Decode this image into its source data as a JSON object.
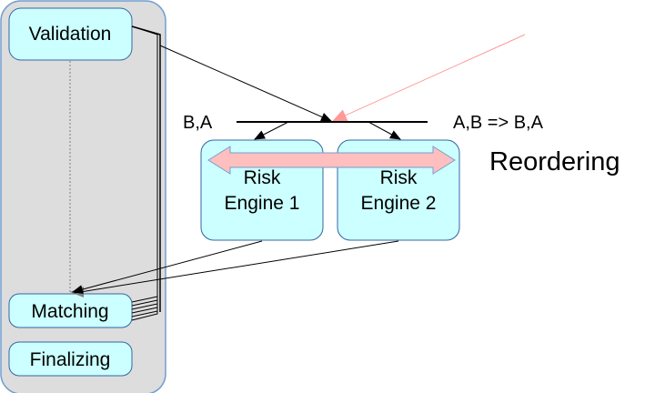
{
  "diagram": {
    "pipeline": {
      "stages": [
        {
          "id": "validation",
          "label": "Validation"
        },
        {
          "id": "matching",
          "label": "Matching"
        },
        {
          "id": "finalizing",
          "label": "Finalizing"
        }
      ]
    },
    "engines": [
      {
        "id": "risk1",
        "label_line1": "Risk",
        "label_line2": "Engine 1"
      },
      {
        "id": "risk2",
        "label_line1": "Risk",
        "label_line2": "Engine 2"
      }
    ],
    "labels": {
      "input_order": "B,A",
      "transform": "A,B => B,A",
      "reordering": "Reordering"
    },
    "colors": {
      "panel_fill": "#dddddd",
      "panel_stroke": "#729fcf",
      "node_fill": "#ccffff",
      "node_stroke": "#3465a4",
      "engine_fill": "#ccffff",
      "bidir_arrow_fill": "#ffbfbf",
      "bidir_arrow_stroke": "#729fcf",
      "red_arrow": "#ff9999",
      "line": "#000000",
      "dotted_arrow": "#808080"
    }
  }
}
